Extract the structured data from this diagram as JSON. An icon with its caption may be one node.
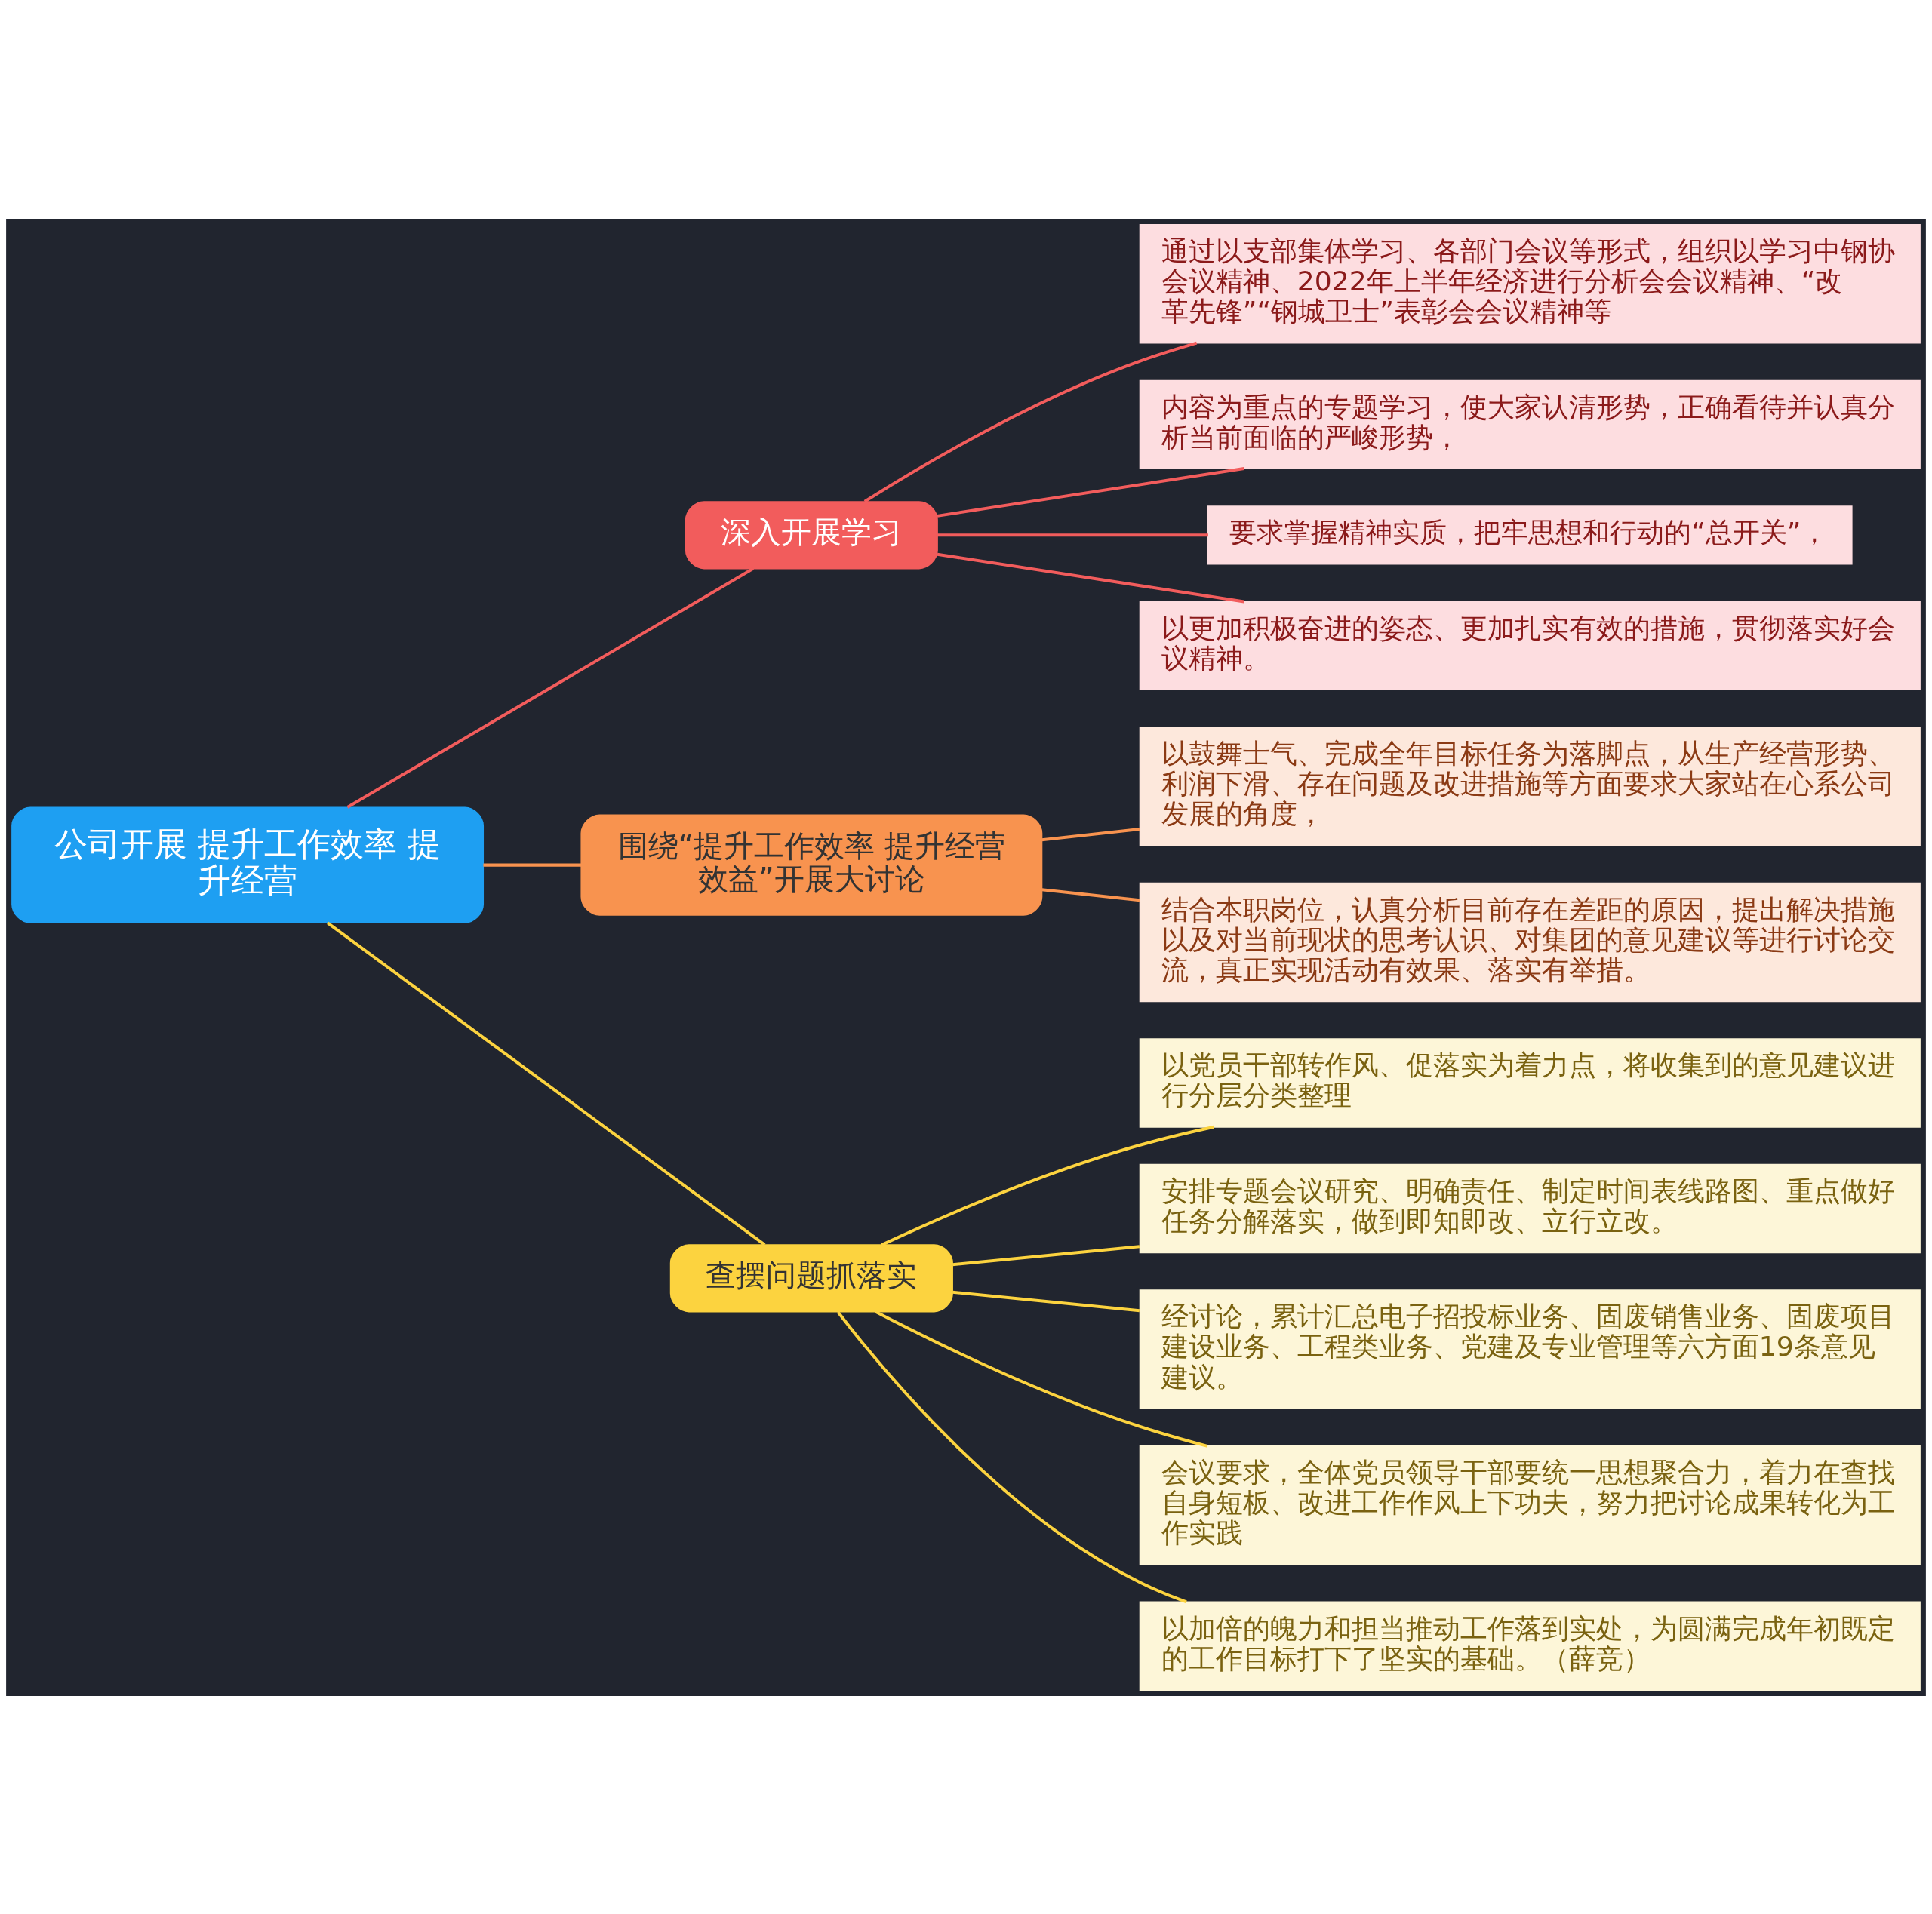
{
  "diagram": {
    "nodes": [
      {
        "text": [
          "公司开展 提升工作效率 提升经营"
        ]
      },
      {
        "text": [
          "深入开展学习"
        ]
      },
      {
        "text": [
          "通过以支部集体学习、各部门会议等形式，组织以学习中钢协会议精神、2022年上半年经济进行分析会会议精神、“改革先锋”“钢城卫士”表彰会会议精神等"
        ]
      },
      {
        "text": [
          "内容为重点的专题学习，使大家认清形势，正确看待并认真分析当前面临的严峻形势，"
        ]
      },
      {
        "text": [
          "要求掌握精神实质，把牢思想和行动的“总开关”，"
        ]
      },
      {
        "text": [
          "以更加积极奋进的姿态、更加扎实有效的措施，贯彻落实好会议精神。"
        ]
      },
      {
        "text": [
          "围绕“提升工作效率 提升经营效益”开展大讨论"
        ]
      },
      {
        "text": [
          "以鼓舞士气、完成全年目标任务为落脚点，从生产经营形势、利润下滑、存在问题及改进措施等方面要求大家站在心系公司发展的角度，"
        ]
      },
      {
        "text": [
          "结合本职岗位，认真分析目前存在差距的原因，提出解决措施以及对当前现状的思考认识、对集团的意见建议等进行讨论交流，真正实现活动有效果、落实有举措。"
        ]
      },
      {
        "text": [
          "查摆问题抓落实"
        ]
      },
      {
        "text": [
          "以党员干部转作风、促落实为着力点，将收集到的意见建议进行分层分类整理"
        ]
      },
      {
        "text": [
          "安排专题会议研究、明确责任、制定时间表线路图、重点做好任务分解落实，做到即知即改、立行立改。"
        ]
      },
      {
        "text": [
          "经讨论，累计汇总电子招投标业务、固废销售业务、固废项目建设业务、工程类业务、党建及专业管理等六方面19条意见建议。"
        ]
      },
      {
        "text": [
          "会议要求，全体党员领导干部要统一思想聚合力，着力在查找自身短板、改进工作作风上下功夫，努力把讨论成果转化为工作实践"
        ]
      },
      {
        "text": [
          "以加倍的魄力和担当推动工作落到实处，为圆满完成年初既定的工作目标打下了坚实的基础。（薛竞）"
        ]
      }
    ],
    "edges": [
      {
        "from": 0,
        "to": 1,
        "arrow": "none",
        "color": "#f25c5c"
      },
      {
        "from": 1,
        "to": 2,
        "arrow": "none",
        "color": "#f25c5c"
      },
      {
        "from": 1,
        "to": 3,
        "arrow": "none",
        "color": "#f25c5c"
      },
      {
        "from": 1,
        "to": 4,
        "arrow": "none",
        "color": "#f25c5c"
      },
      {
        "from": 1,
        "to": 5,
        "arrow": "none",
        "color": "#f25c5c"
      },
      {
        "from": 0,
        "to": 6,
        "arrow": "none",
        "color": "#f8934f"
      },
      {
        "from": 6,
        "to": 7,
        "arrow": "none",
        "color": "#f8934f"
      },
      {
        "from": 6,
        "to": 8,
        "arrow": "none",
        "color": "#f8934f"
      },
      {
        "from": 0,
        "to": 9,
        "arrow": "none"
      },
      {
        "from": 9,
        "to": 10,
        "arrow": "none"
      },
      {
        "from": 9,
        "to": 11,
        "arrow": "none"
      },
      {
        "from": 9,
        "to": 12,
        "arrow": "none"
      },
      {
        "from": 9,
        "to": 13,
        "arrow": "none"
      },
      {
        "from": 9,
        "to": 14,
        "arrow": "none"
      }
    ]
  }
}
